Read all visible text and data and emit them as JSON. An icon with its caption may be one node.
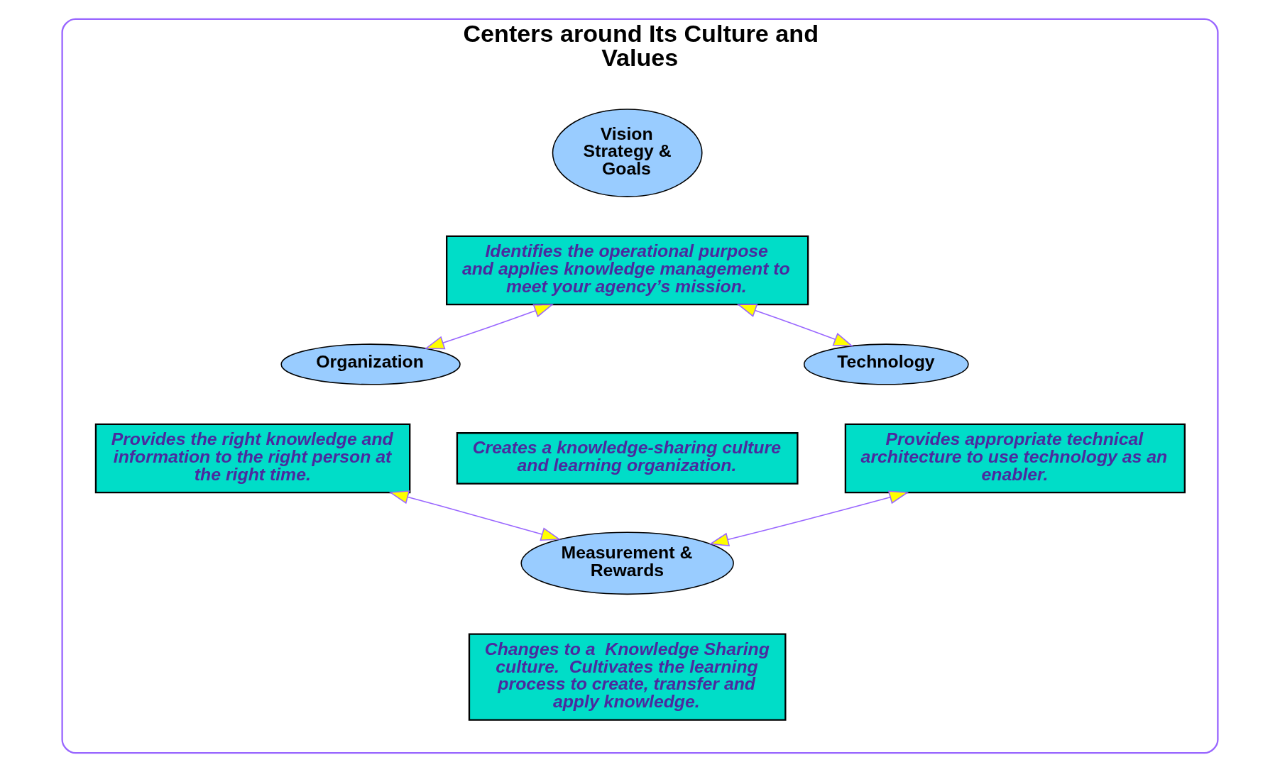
{
  "diagram": {
    "nodes": [
      {
        "text": [
          "Centers around Its Culture and Values"
        ]
      },
      {
        "text": [
          "Vision Strategy & Goals"
        ],
        "in": 0
      },
      {
        "text": [
          "Identifies the operational purpose and applies knowledge management to meet your agency’s mission."
        ],
        "in": 0
      },
      {
        "text": [
          "Organization"
        ],
        "in": 0
      },
      {
        "text": [
          "Provides the right knowledge and information to the right person at the right time."
        ],
        "in": 0
      },
      {
        "text": [
          "Creates a knowledge-sharing culture and learning organization."
        ],
        "in": 0
      },
      {
        "text": [
          "Technology"
        ],
        "in": 0
      },
      {
        "text": [
          "Provides appropriate technical architecture to use technology as an enabler."
        ],
        "in": 0
      },
      {
        "text": [
          "Measurement & Rewards"
        ],
        "in": 0
      },
      {
        "text": [
          "Changes to a  Knowledge Sharing culture.  Cultivates the learning process to create, transfer and apply knowledge."
        ],
        "in": 0
      }
    ],
    "edges": [
      {
        "from": 2,
        "to": 3,
        "arrow": "both"
      },
      {
        "from": 2,
        "to": 6,
        "arrow": "both"
      },
      {
        "from": 4,
        "to": 8,
        "arrow": "both"
      },
      {
        "from": 7,
        "to": 8,
        "arrow": "both"
      }
    ]
  }
}
